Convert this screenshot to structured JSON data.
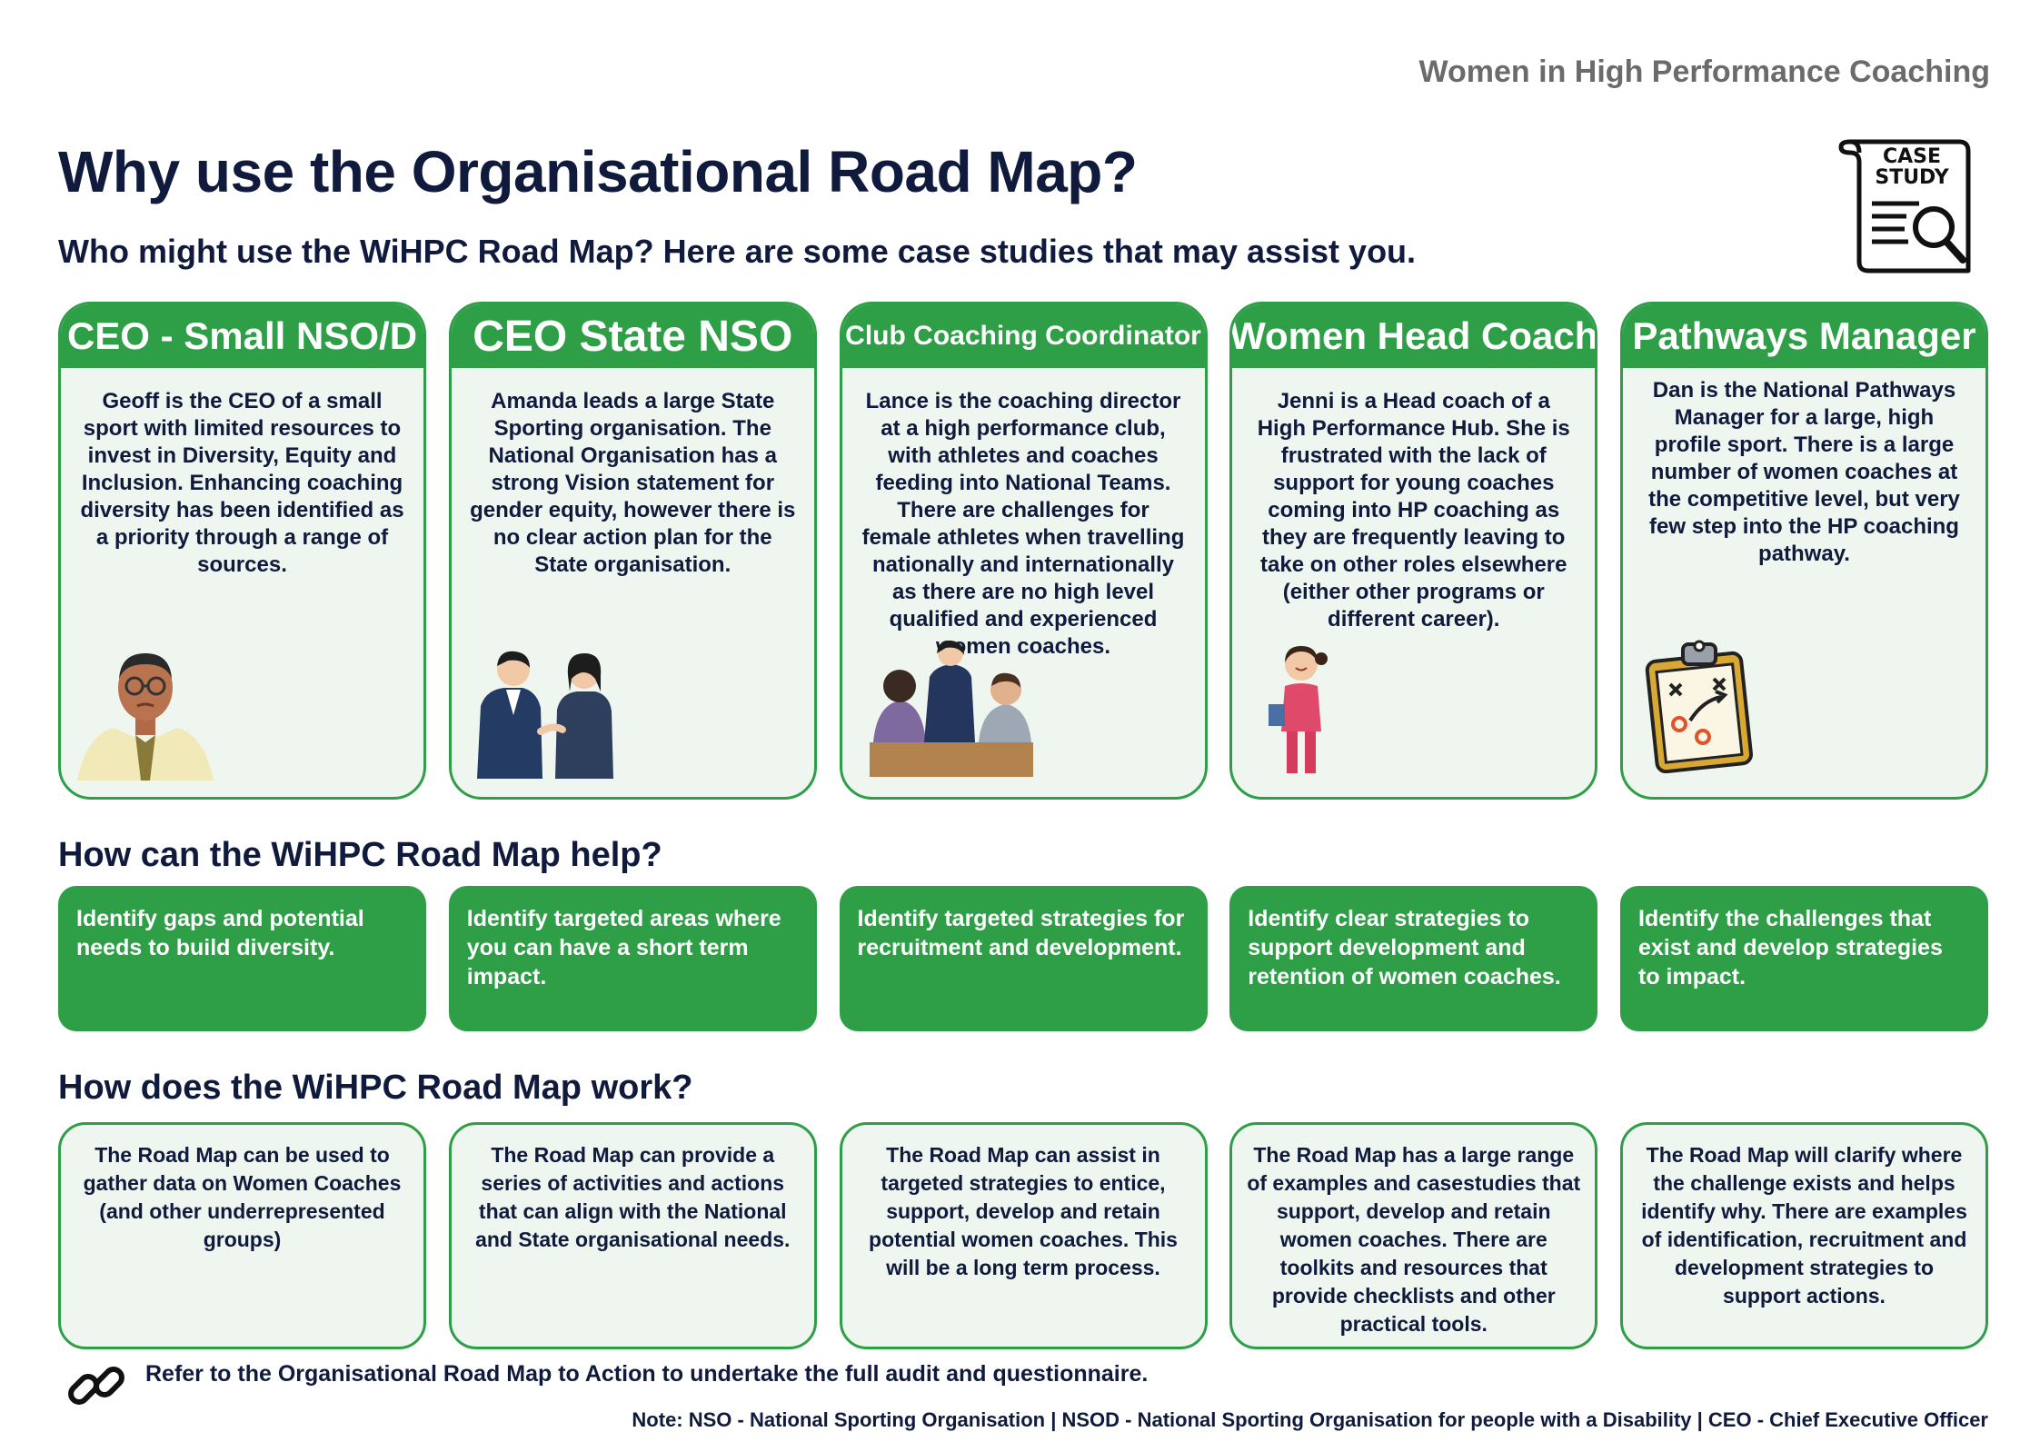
{
  "brand": "Women in High Performance Coaching",
  "title": "Why use the Organisational Road Map?",
  "subtitle": "Who might use the WiHPC Road Map? Here are some case studies that may assist you.",
  "case_study_icon": {
    "line1": "CASE",
    "line2": "STUDY"
  },
  "cards": [
    {
      "heading": "CEO - Small NSO/D",
      "body": "Geoff is the CEO of a small sport with limited resources to invest in Diversity, Equity and Inclusion. Enhancing coaching diversity has been identified as a priority through a range of sources."
    },
    {
      "heading": "CEO State NSO",
      "body": "Amanda leads a large State Sporting organisation. The National Organisation has a strong Vision statement for gender equity, however there is no clear action plan for the State organisation."
    },
    {
      "heading": "Club Coaching Coordinator",
      "body": "Lance is the coaching director at a high performance club, with athletes and coaches feeding into National Teams. There are challenges for female athletes when travelling nationally and internationally as there are no high level qualified and experienced women coaches."
    },
    {
      "heading": "Women Head Coach",
      "body": "Jenni is a Head coach of a High Performance Hub. She is frustrated with the lack of support for young coaches coming into HP coaching as they are frequently leaving to take on other roles elsewhere (either other programs or different career)."
    },
    {
      "heading": "Pathways Manager",
      "body": "Dan is the National Pathways Manager for a large, high profile sport. There is a large number of women coaches at the competitive level, but very few step into the HP coaching pathway."
    }
  ],
  "help_heading": "How can the WiHPC Road Map help?",
  "help": [
    "Identify gaps and potential needs to build diversity.",
    "Identify targeted areas where you can have a short term impact.",
    "Identify targeted strategies for recruitment and development.",
    "Identify clear strategies to support development and retention of women coaches.",
    "Identify the challenges that exist and develop strategies to impact."
  ],
  "work_heading": "How does the WiHPC Road Map work?",
  "work": [
    "The Road Map can be used to gather data on Women Coaches (and other underrepresented groups)",
    "The Road Map can provide a series of activities and actions that can align with the National and State organisational needs.",
    "The Road Map can assist in targeted strategies to entice, support, develop and retain potential women coaches. This will be a long term process.",
    "The Road Map has a large range of examples and casestudies that support, develop and retain women coaches. There are toolkits and resources that provide checklists and other practical tools.",
    "The Road Map will clarify where the challenge exists and helps identify why. There are examples of identification, recruitment and development strategies to support actions."
  ],
  "refer": "Refer to the Organisational Road Map to Action to undertake the full audit and questionnaire.",
  "note": "Note: NSO - National Sporting Organisation | NSOD - National Sporting Organisation for people with a Disability | CEO - Chief Executive Officer",
  "colors": {
    "green": "#2e9e47",
    "light_green": "#eef6ef",
    "navy": "#0f1a3d",
    "grey": "#6b6b6b"
  },
  "icons": [
    "case-study-icon",
    "link-icon"
  ]
}
